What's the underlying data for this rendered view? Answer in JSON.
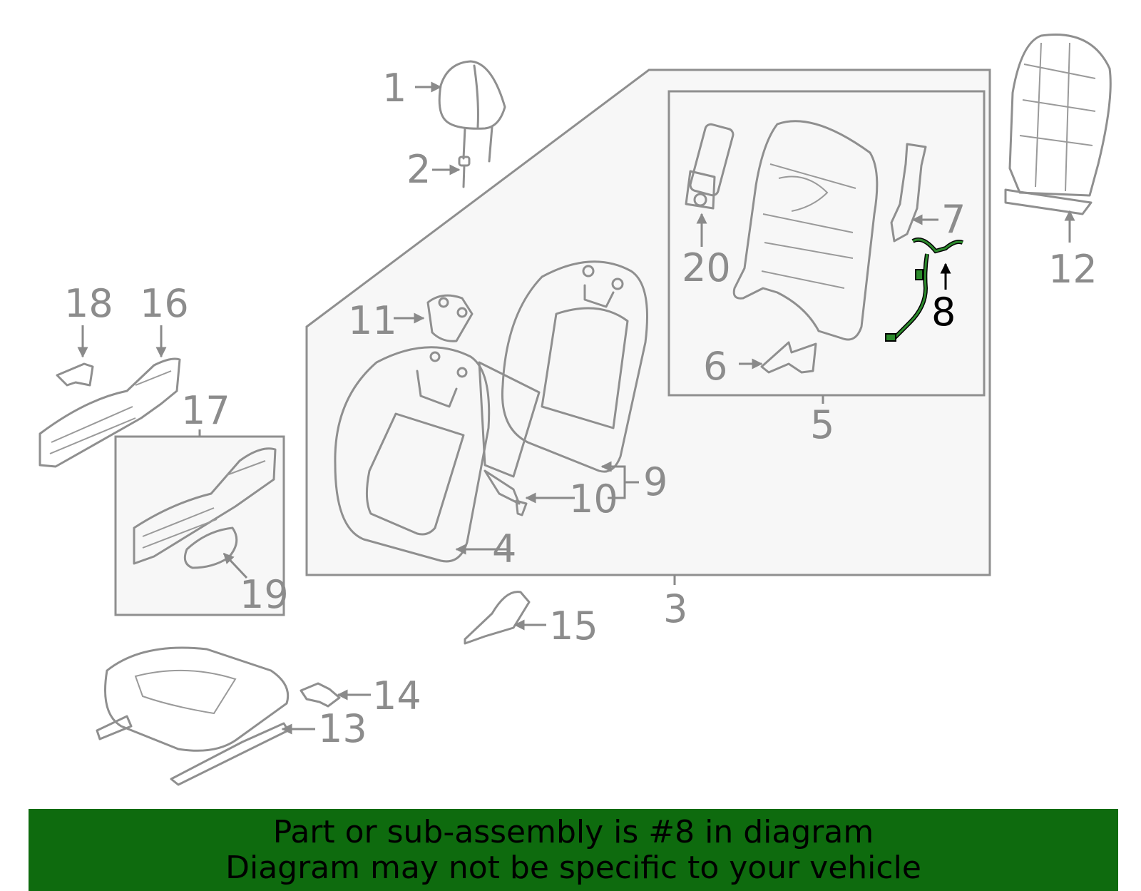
{
  "diagram": {
    "callouts": [
      "1",
      "2",
      "3",
      "4",
      "5",
      "6",
      "7",
      "8",
      "9",
      "10",
      "11",
      "12",
      "13",
      "14",
      "15",
      "16",
      "17",
      "18",
      "19",
      "20"
    ],
    "highlighted_callout": "8",
    "colors": {
      "part_stroke": "#8f8f8f",
      "panel_fill": "#f7f7f7",
      "highlight_part": "#1f6b1f",
      "banner_background": "#0e6b0e"
    }
  },
  "banner": {
    "line1": "Part or sub-assembly is #8 in diagram",
    "line2": "Diagram may not be specific to your vehicle"
  }
}
